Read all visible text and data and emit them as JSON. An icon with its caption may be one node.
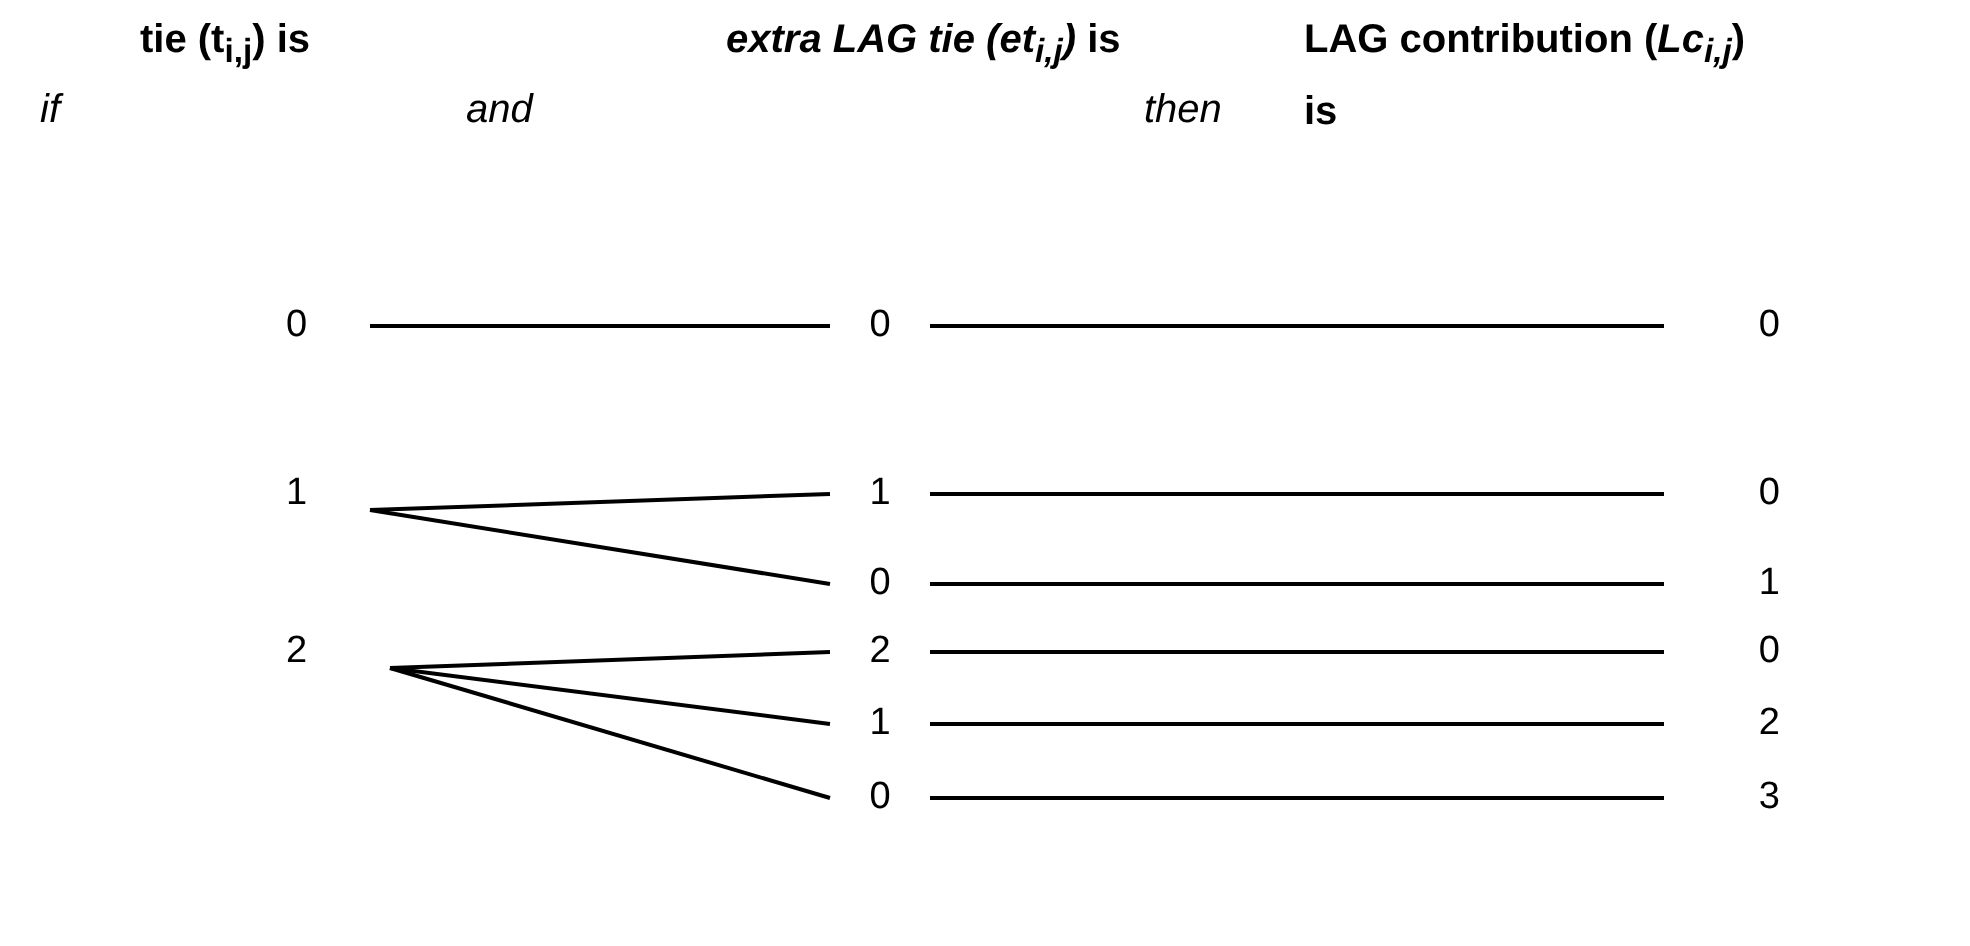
{
  "diagram": {
    "nodes": [
      {
        "text": [
          "0"
        ]
      },
      {
        "text": [
          "1"
        ]
      },
      {
        "text": [
          "2"
        ]
      },
      {
        "text": [
          "0"
        ]
      },
      {
        "text": [
          "1"
        ]
      },
      {
        "text": [
          "0"
        ]
      },
      {
        "text": [
          "2"
        ]
      },
      {
        "text": [
          "1"
        ]
      },
      {
        "text": [
          "0"
        ]
      },
      {
        "text": [
          "0"
        ]
      },
      {
        "text": [
          "0"
        ]
      },
      {
        "text": [
          "1"
        ]
      },
      {
        "text": [
          "0"
        ]
      },
      {
        "text": [
          "2"
        ]
      },
      {
        "text": [
          "3"
        ]
      }
    ],
    "edges": [
      {
        "from": 0,
        "to": 3,
        "arrow": "none"
      },
      {
        "from": 1,
        "to": 4,
        "arrow": "none"
      },
      {
        "from": 1,
        "to": 5,
        "arrow": "none"
      },
      {
        "from": 2,
        "to": 6,
        "arrow": "none"
      },
      {
        "from": 2,
        "to": 7,
        "arrow": "none"
      },
      {
        "from": 2,
        "to": 8,
        "arrow": "none"
      },
      {
        "from": 3,
        "to": 9,
        "arrow": "none"
      },
      {
        "from": 4,
        "to": 10,
        "arrow": "none"
      },
      {
        "from": 5,
        "to": 11,
        "arrow": "none"
      },
      {
        "from": 6,
        "to": 12,
        "arrow": "none"
      },
      {
        "from": 7,
        "to": 13,
        "arrow": "none"
      },
      {
        "from": 8,
        "to": 14,
        "arrow": "none"
      }
    ],
    "labels": [
      "if",
      "tie (t$_{i,j}$) is",
      "and",
      "*extra LAG tie* *(et$_{i,j}$)* is",
      "then",
      "LAG contribution (*Lc$_{i,j}$*) is"
    ]
  }
}
